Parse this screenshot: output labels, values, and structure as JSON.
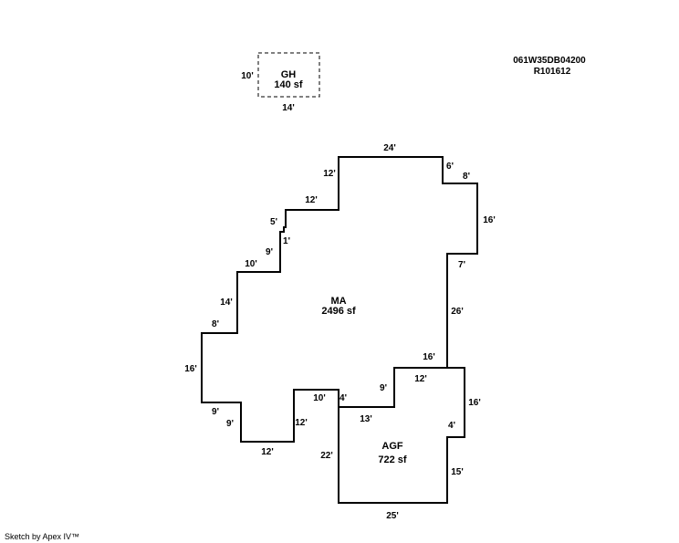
{
  "parcel": {
    "map_number": "061W35DB04200",
    "account": "R101612"
  },
  "areas": {
    "gh": {
      "name": "GH",
      "sf": "140 sf",
      "outline": "dashed"
    },
    "ma": {
      "name": "MA",
      "sf": "2496 sf",
      "outline": "solid"
    },
    "agf": {
      "name": "AGF",
      "sf": "722 sf",
      "outline": "solid"
    }
  },
  "dimensions": {
    "gh": [
      "10'",
      "14'"
    ],
    "ma": [
      "24'",
      "12'",
      "6'",
      "8'",
      "12'",
      "16'",
      "5'",
      "1'",
      "9'",
      "7'",
      "10'",
      "14'",
      "8'",
      "26'",
      "16'",
      "16'",
      "9'",
      "9'",
      "12'",
      "12'",
      "10'",
      "4'",
      "9'"
    ],
    "agf": [
      "12'",
      "16'",
      "13'",
      "4'",
      "22'",
      "15'",
      "25'"
    ]
  },
  "footer": {
    "credit": "Sketch by Apex IV™"
  },
  "colors": {
    "line": "#000000",
    "background": "#ffffff"
  }
}
